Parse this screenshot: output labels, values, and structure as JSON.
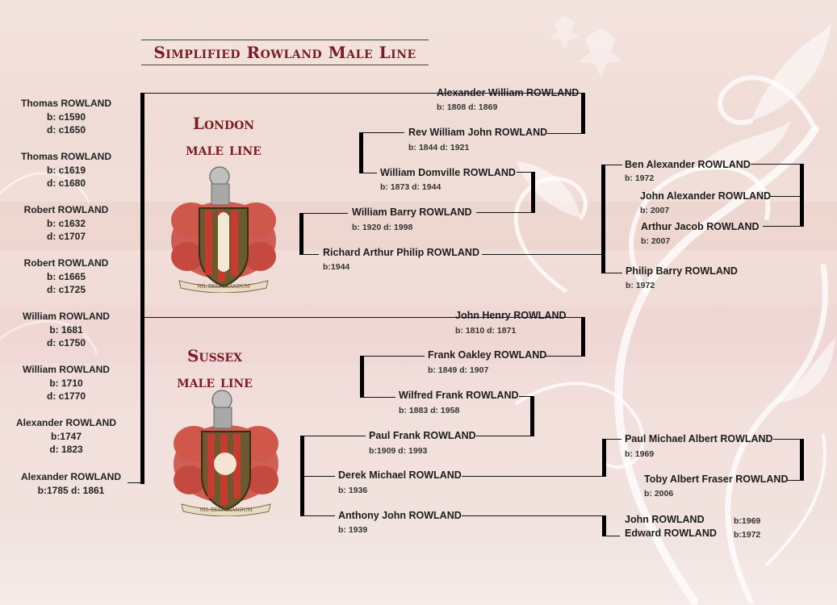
{
  "title": "Simplified Rowland Male Line",
  "london_title": [
    "London",
    "male line"
  ],
  "sussex_title": [
    "Sussex",
    "male line"
  ],
  "crest_motto": "NIL DESPERANDUM",
  "ancestors": [
    {
      "name": "Thomas ROWLAND",
      "l1": "b: c1590",
      "l2": "d: c1650"
    },
    {
      "name": "Thomas ROWLAND",
      "l1": "b: c1619",
      "l2": "d: c1680"
    },
    {
      "name": "Robert ROWLAND",
      "l1": "b: c1632",
      "l2": "d: c1707"
    },
    {
      "name": "Robert ROWLAND",
      "l1": "b: c1665",
      "l2": "d: c1725"
    },
    {
      "name": "William ROWLAND",
      "l1": "b: 1681",
      "l2": "d: c1750"
    },
    {
      "name": "William ROWLAND",
      "l1": "b: 1710",
      "l2": "d: c1770"
    },
    {
      "name": "Alexander ROWLAND",
      "l1": "b:1747",
      "l2": "d: 1823"
    },
    {
      "name": "Alexander ROWLAND",
      "l1": "b:1785  d: 1861",
      "l2": ""
    }
  ],
  "people": {
    "alexander_william": {
      "name": "Alexander William ROWLAND",
      "dates": "b: 1808  d: 1869"
    },
    "rev_william_john": {
      "name": "Rev William John ROWLAND",
      "dates": "b: 1844  d: 1921"
    },
    "william_domville": {
      "name": "William Domville ROWLAND",
      "dates": "b: 1873  d: 1944"
    },
    "william_barry": {
      "name": "William Barry ROWLAND",
      "dates": "b: 1920  d: 1998"
    },
    "richard_arthur_philip": {
      "name": "Richard Arthur Philip ROWLAND",
      "dates": "b:1944"
    },
    "ben_alexander": {
      "name": "Ben Alexander ROWLAND",
      "dates": "b: 1972"
    },
    "john_alexander": {
      "name": "John Alexander ROWLAND",
      "dates": "b: 2007"
    },
    "arthur_jacob": {
      "name": "Arthur Jacob  ROWLAND",
      "dates": "b: 2007"
    },
    "philip_barry": {
      "name": "Philip Barry ROWLAND",
      "dates": "b: 1972"
    },
    "john_henry": {
      "name": "John Henry ROWLAND",
      "dates": "b: 1810  d: 1871"
    },
    "frank_oakley": {
      "name": "Frank Oakley ROWLAND",
      "dates": "b: 1849  d: 1907"
    },
    "wilfred_frank": {
      "name": "Wilfred Frank ROWLAND",
      "dates": "b: 1883  d: 1958"
    },
    "paul_frank": {
      "name": "Paul Frank ROWLAND",
      "dates": "b:1909  d: 1993"
    },
    "derek_michael": {
      "name": "Derek Michael ROWLAND",
      "dates": "b: 1936"
    },
    "anthony_john": {
      "name": "Anthony John ROWLAND",
      "dates": "b: 1939"
    },
    "paul_michael_albert": {
      "name": "Paul Michael Albert ROWLAND",
      "dates": "b: 1969"
    },
    "toby_albert_fraser": {
      "name": "Toby Albert Fraser ROWLAND",
      "dates": "b: 2006"
    },
    "john_r": {
      "name": "John ROWLAND",
      "dates": "b:1969"
    },
    "edward_r": {
      "name": "Edward ROWLAND",
      "dates": "b:1972"
    }
  },
  "colors": {
    "accent": "#7b1b24",
    "line": "#000000",
    "background": "#f1dfda"
  }
}
